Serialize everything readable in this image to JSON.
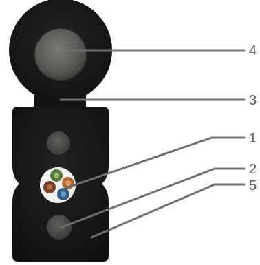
{
  "labels": {
    "n1": "1",
    "n2": "2",
    "n3": "3",
    "n4": "4",
    "n5": "5"
  },
  "colors": {
    "jacket": "#151515",
    "jacket_shadow": "#0a0a0a",
    "strength_member": "#5a5a58",
    "leader_line": "#6f6f6f",
    "fiber_green": "#5c7a3a",
    "fiber_brown": "#7a3f24",
    "fiber_orange": "#b4672d",
    "fiber_blue": "#2f5f86",
    "fiber_sheath": "#f2f2f0",
    "label_text": "#555555"
  },
  "icons": [
    "cable-cross-section-icon"
  ]
}
